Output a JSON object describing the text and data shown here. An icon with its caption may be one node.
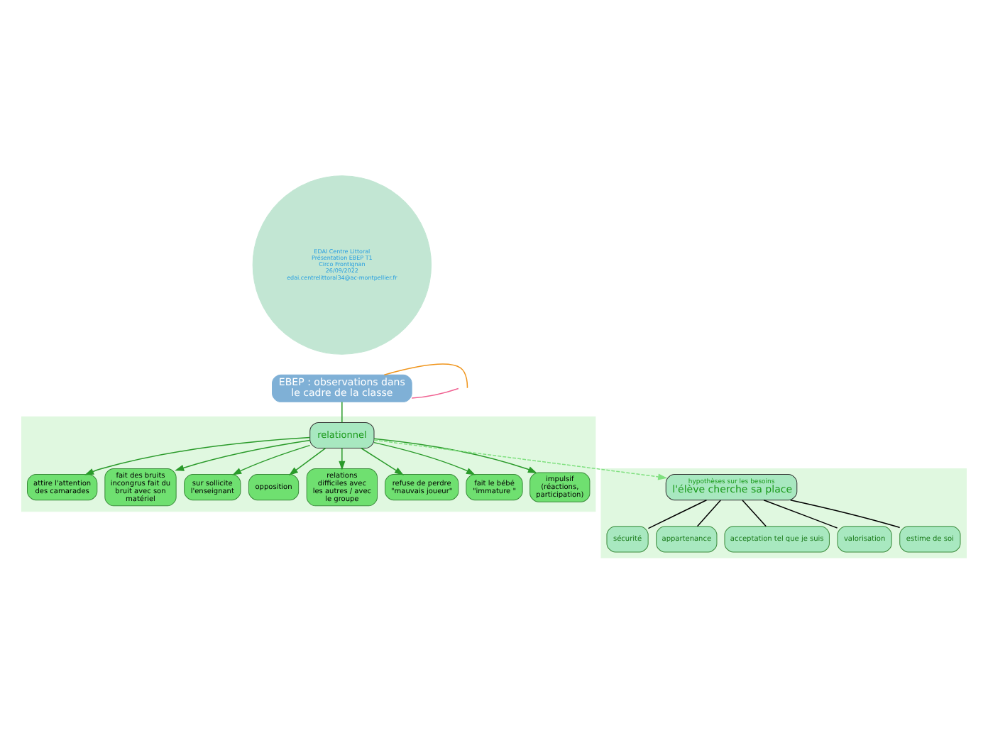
{
  "diagram": {
    "nodes": [
      {
        "text": [
          "EDAI Centre Littoral Présentation EBEP T1 Circo Frontignan 26/09/2022 edai.centrelittoral34@ac-montpellier.fr"
        ]
      },
      {
        "text": [
          "EBEP : observations dans le cadre de la classe"
        ]
      },
      {
        "text": [],
        "shape": "box"
      },
      {
        "text": [
          "relationnel"
        ],
        "in": 2
      },
      {
        "text": [
          "attire l'attention des camarades"
        ],
        "in": 2
      },
      {
        "text": [
          "fait des bruits incongrus fait du bruit avec son matériel"
        ],
        "in": 2
      },
      {
        "text": [
          "sur sollicite l'enseignant"
        ],
        "in": 2
      },
      {
        "text": [
          "opposition"
        ],
        "in": 2
      },
      {
        "text": [
          "relations difficiles avec les autres / avec le groupe"
        ],
        "in": 2
      },
      {
        "text": [
          "refuse de perdre \"mauvais joueur\""
        ],
        "in": 2
      },
      {
        "text": [
          "fait le bébé \"immature \""
        ],
        "in": 2
      },
      {
        "text": [
          "impulsif (réactions, participation)"
        ],
        "in": 2
      },
      {
        "text": [],
        "shape": "box"
      },
      {
        "text": [
          "hypothèses sur les besoins",
          "l'élève cherche sa place"
        ],
        "in": 12
      },
      {
        "text": [
          "sécurité"
        ],
        "in": 12
      },
      {
        "text": [
          "appartenance"
        ],
        "in": 12
      },
      {
        "text": [
          "acceptation tel que je suis"
        ],
        "in": 12
      },
      {
        "text": [
          "valorisation"
        ],
        "in": 12
      },
      {
        "text": [
          "estime de soi"
        ],
        "in": 12
      }
    ],
    "edges": [
      {
        "from": 1,
        "to": null,
        "arrow": "none",
        "color": "#f0961e"
      },
      {
        "from": 1,
        "to": null,
        "arrow": "none",
        "color": "#f06292"
      },
      {
        "from": 1,
        "to": 3,
        "arrow": "none"
      },
      {
        "from": 3,
        "to": 4,
        "arrow": "to"
      },
      {
        "from": 3,
        "to": 5,
        "arrow": "to"
      },
      {
        "from": 3,
        "to": 6,
        "arrow": "to"
      },
      {
        "from": 3,
        "to": 7,
        "arrow": "to"
      },
      {
        "from": 3,
        "to": 8,
        "arrow": "to"
      },
      {
        "from": 3,
        "to": 9,
        "arrow": "to"
      },
      {
        "from": 3,
        "to": 10,
        "arrow": "to"
      },
      {
        "from": 3,
        "to": 11,
        "arrow": "to"
      },
      {
        "from": 3,
        "to": 13,
        "arrow": "to",
        "style": "dashed",
        "color": "#80e080"
      },
      {
        "from": 13,
        "to": 14,
        "arrow": "none",
        "color": "#000000"
      },
      {
        "from": 13,
        "to": 15,
        "arrow": "none",
        "color": "#000000"
      },
      {
        "from": 13,
        "to": 16,
        "arrow": "none",
        "color": "#000000"
      },
      {
        "from": 13,
        "to": 17,
        "arrow": "none",
        "color": "#000000"
      },
      {
        "from": 13,
        "to": 18,
        "arrow": "none",
        "color": "#000000"
      }
    ]
  }
}
